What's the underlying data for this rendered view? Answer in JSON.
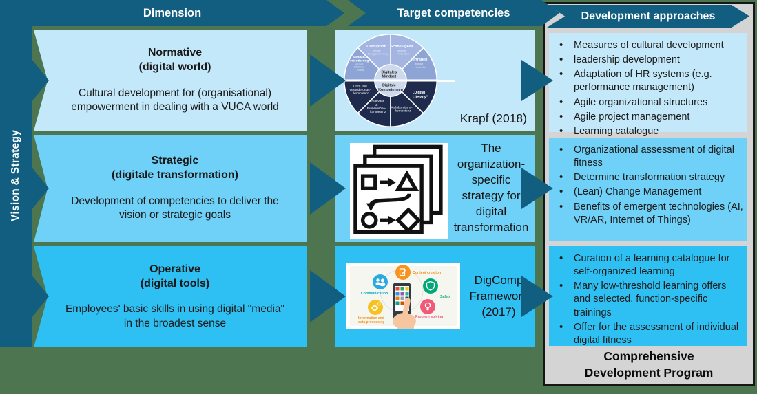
{
  "colors": {
    "background_green": "#4d7550",
    "dark_teal": "#115e81",
    "row1_blue": "#c3e8f9",
    "row2_blue": "#6fd1f7",
    "row3_blue": "#2fc0f3",
    "panel_gray": "#d4d4d4",
    "wheel_upper_top": "#a3b5e0",
    "wheel_upper_side": "#8da4d4",
    "wheel_lower_navy": "#1e2b4d",
    "wheel_center": "#cdd9ec",
    "digcomp_orange": "#f7941e",
    "digcomp_blue": "#29a9e1",
    "digcomp_green": "#00a878",
    "digcomp_yellow": "#f5c21f",
    "digcomp_pink": "#f05a78"
  },
  "left_band": {
    "label": "Vision & Strategy"
  },
  "headers": {
    "dimension": "Dimension",
    "target": "Target competencies",
    "development": "Development approaches"
  },
  "rows": [
    {
      "dimension": {
        "title": "Normative\n(digital world)",
        "body": "Cultural development for (organisational) empowerment in dealing with a VUCA world"
      },
      "target": {
        "caption": "Krapf (2018)"
      },
      "development": {
        "bullets": [
          "Measures of cultural development",
          "leadership development",
          "Adaptation of HR systems (e.g. performance management)",
          "Agile organizational structures",
          "Agile project management",
          "Learning catalogue"
        ]
      }
    },
    {
      "dimension": {
        "title": "Strategic\n(digitale transformation)",
        "body": "Development of competencies to deliver the vision or strategic goals"
      },
      "target": {
        "caption": "The organization-specific strategy for digital transformation"
      },
      "development": {
        "bullets": [
          "Organizational assessment of digital fitness",
          "Determine transformation strategy",
          "(Lean) Change Management",
          "Benefits of emergent technologies (AI, VR/AR, Internet of Things)"
        ]
      }
    },
    {
      "dimension": {
        "title": "Operative\n(digital tools)",
        "body": "Employees' basic skills in using digital \"media\" in the broadest sense"
      },
      "target": {
        "caption": "DigComp Framework (2017)"
      },
      "development": {
        "bullets": [
          "Curation of a learning catalogue for self-organized learning",
          "Many low-threshold learning offers and selected, function-specific trainings",
          "Offer for the assessment of individual digital fitness"
        ]
      }
    }
  ],
  "wheel": {
    "center": {
      "lines": [
        "Digitales",
        "Mindset",
        "Digitale",
        "Kompetenzen"
      ]
    },
    "segments": [
      {
        "name": "disruption",
        "lines": [
          "Disruption",
          "anstatt",
          "Erfolgssicherung"
        ]
      },
      {
        "name": "schnelligkeit",
        "lines": [
          "Schnelligkeit",
          "anstatt",
          "Perfektion"
        ]
      },
      {
        "name": "kundenorientierung",
        "lines": [
          "Kunden-",
          "orientierung",
          "anstatt",
          "Effizienz-",
          "fokus"
        ]
      },
      {
        "name": "vertrauen",
        "lines": [
          "Vertrauen",
          "anstatt",
          "Kontrolle"
        ]
      },
      {
        "name": "lern-und-veraenderung",
        "lines": [
          "Lern- und",
          "Veränderungs-",
          "kompetenz"
        ]
      },
      {
        "name": "kreativitaet-problemloese",
        "lines": [
          "Kreativität",
          "&",
          "Problemlöse-",
          "kompetenz"
        ]
      },
      {
        "name": "kollaboration",
        "lines": [
          "Kollaborations-",
          "kompetenz"
        ]
      },
      {
        "name": "digital-literacy",
        "lines": [
          "„Digital",
          "Literacy“"
        ]
      }
    ]
  },
  "digcomp": {
    "labels": {
      "content_creation": "Content creation",
      "communication": "Communication",
      "safety": "Safety",
      "information_1": "Information and",
      "information_2": "data processing",
      "problem_solving": "Problem solving"
    }
  },
  "footer": {
    "program": "Comprehensive Development Program"
  }
}
